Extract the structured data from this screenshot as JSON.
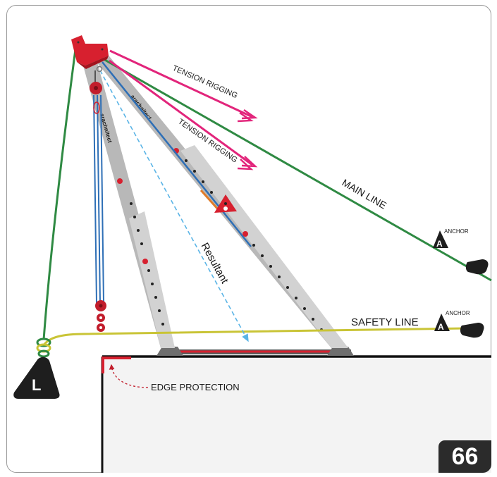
{
  "labels": {
    "tension_rigging_top": "TENSION RIGGING",
    "tension_rigging_bottom": "TENSION RIGGING",
    "main_line": "MAIN LINE",
    "safety_line": "SAFETY LINE",
    "anchor_top": "ANCHOR",
    "anchor_bottom": "ANCHOR",
    "resultant": "Resultant",
    "edge_protection": "EDGE PROTECTION",
    "leg_brand": "arachnitect"
  },
  "markers": {
    "anchor_letter": "A",
    "load_letter": "L"
  },
  "page_number": "66",
  "colors": {
    "head_red": "#d7202f",
    "tension_pink": "#e2257b",
    "main_line_green": "#2f8a43",
    "safety_line_yellow": "#c9c436",
    "rope_blue": "#2e6fb6",
    "leg_grey": "#b9b9b9",
    "resultant_blue": "#5ab4e6",
    "dark": "#1e1e1e"
  }
}
